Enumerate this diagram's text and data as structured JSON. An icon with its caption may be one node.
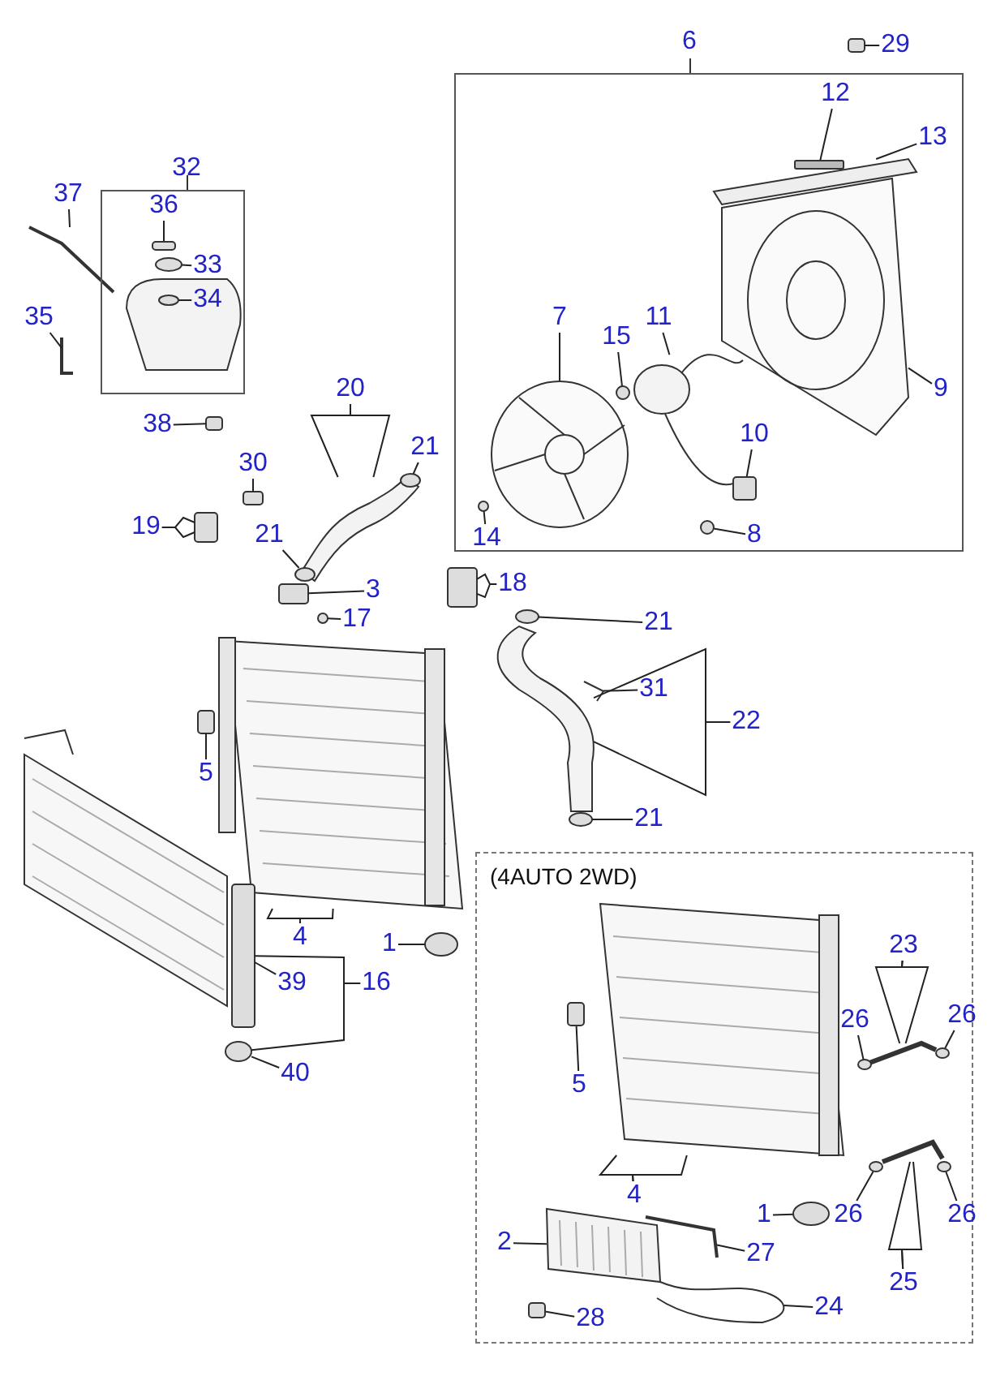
{
  "diagram": {
    "nodes": [
      {
        "text": [
          "6"
        ]
      },
      {
        "text": [
          "29"
        ]
      },
      {
        "text": [
          "12"
        ],
        "in": 0
      },
      {
        "text": [
          "13"
        ],
        "in": 0
      },
      {
        "text": [
          "7"
        ],
        "in": 0
      },
      {
        "text": [
          "11"
        ],
        "in": 0
      },
      {
        "text": [
          "15"
        ],
        "in": 0
      },
      {
        "text": [
          "9"
        ],
        "in": 0
      },
      {
        "text": [
          "10"
        ],
        "in": 0
      },
      {
        "text": [
          "14"
        ],
        "in": 0
      },
      {
        "text": [
          "8"
        ],
        "in": 0
      },
      {
        "text": [
          "32"
        ]
      },
      {
        "text": [
          "37"
        ]
      },
      {
        "text": [
          "36"
        ],
        "in": 11
      },
      {
        "text": [
          "33"
        ],
        "in": 11
      },
      {
        "text": [
          "34"
        ],
        "in": 11
      },
      {
        "text": [
          "35"
        ]
      },
      {
        "text": [
          "38"
        ]
      },
      {
        "text": [
          "20"
        ]
      },
      {
        "text": [
          "21"
        ]
      },
      {
        "text": [
          "30"
        ]
      },
      {
        "text": [
          "21"
        ]
      },
      {
        "text": [
          "19"
        ]
      },
      {
        "text": [
          "3"
        ]
      },
      {
        "text": [
          "17"
        ]
      },
      {
        "text": [
          "18"
        ]
      },
      {
        "text": [
          "21"
        ]
      },
      {
        "text": [
          "31"
        ]
      },
      {
        "text": [
          "22"
        ]
      },
      {
        "text": [
          "21"
        ]
      },
      {
        "text": [
          "5"
        ]
      },
      {
        "text": [
          "4"
        ]
      },
      {
        "text": [
          "1"
        ]
      },
      {
        "text": [
          "39"
        ]
      },
      {
        "text": [
          "16"
        ]
      },
      {
        "text": [
          "40"
        ]
      },
      {
        "text": [
          "(4AUTO 2WD)"
        ]
      },
      {
        "text": [
          "23"
        ],
        "in": 36
      },
      {
        "text": [
          "26"
        ],
        "in": 36
      },
      {
        "text": [
          "26"
        ],
        "in": 36
      },
      {
        "text": [
          "5"
        ],
        "in": 36
      },
      {
        "text": [
          "4"
        ],
        "in": 36
      },
      {
        "text": [
          "26"
        ],
        "in": 36
      },
      {
        "text": [
          "1"
        ],
        "in": 36
      },
      {
        "text": [
          "26"
        ],
        "in": 36
      },
      {
        "text": [
          "2"
        ],
        "in": 36
      },
      {
        "text": [
          "27"
        ],
        "in": 36
      },
      {
        "text": [
          "25"
        ],
        "in": 36
      },
      {
        "text": [
          "28"
        ],
        "in": 36
      },
      {
        "text": [
          "24"
        ],
        "in": 36
      },
      {
        "text": [],
        "shape": "box"
      },
      {
        "text": [],
        "shape": "bar",
        "in": 0
      },
      {
        "text": [],
        "shape": "picture",
        "in": 0
      },
      {
        "text": [],
        "shape": "picture",
        "in": 0
      },
      {
        "text": [],
        "shape": "picture",
        "in": 0
      },
      {
        "text": [],
        "shape": "picture",
        "in": 0
      },
      {
        "text": [],
        "shape": "circle",
        "in": 0
      },
      {
        "text": [],
        "shape": "box",
        "in": 0
      },
      {
        "text": [],
        "shape": "circle",
        "in": 0
      },
      {
        "text": [],
        "shape": "circle",
        "in": 0
      },
      {
        "text": [],
        "shape": "box",
        "in": 11
      },
      {
        "text": [],
        "shape": "circle",
        "in": 11
      },
      {
        "text": [],
        "shape": "circle",
        "in": 11
      },
      {
        "text": [],
        "shape": "picture"
      },
      {
        "text": [],
        "shape": "picture"
      },
      {
        "text": [],
        "shape": "box"
      },
      {
        "text": [],
        "shape": "picture"
      },
      {
        "text": [],
        "shape": "circle"
      },
      {
        "text": [],
        "shape": "box"
      },
      {
        "text": [],
        "shape": "circle"
      },
      {
        "text": [],
        "shape": "box"
      },
      {
        "text": [],
        "shape": "box"
      },
      {
        "text": [],
        "shape": "circle"
      },
      {
        "text": [],
        "shape": "box"
      },
      {
        "text": [],
        "shape": "circle"
      },
      {
        "text": [],
        "shape": "picture"
      },
      {
        "text": [],
        "shape": "picture"
      },
      {
        "text": [],
        "shape": "circle"
      },
      {
        "text": [],
        "shape": "box"
      },
      {
        "text": [],
        "shape": "picture"
      },
      {
        "text": [],
        "shape": "circle"
      },
      {
        "text": [],
        "shape": "box"
      },
      {
        "text": [],
        "shape": "circle"
      },
      {
        "text": [],
        "shape": "box",
        "in": 36
      },
      {
        "text": [],
        "shape": "picture",
        "in": 36
      },
      {
        "text": [],
        "shape": "picture",
        "in": 36
      },
      {
        "text": [],
        "shape": "circle",
        "in": 36
      },
      {
        "text": [],
        "shape": "circle",
        "in": 36
      },
      {
        "text": [],
        "shape": "circle",
        "in": 36
      },
      {
        "text": [],
        "shape": "picture",
        "in": 36
      },
      {
        "text": [],
        "shape": "circle",
        "in": 36
      },
      {
        "text": [],
        "shape": "circle",
        "in": 36
      },
      {
        "text": [],
        "shape": "picture",
        "in": 36
      },
      {
        "text": [],
        "shape": "picture",
        "in": 36
      },
      {
        "text": [],
        "shape": "box",
        "in": 36
      },
      {
        "text": [],
        "shape": "picture",
        "in": 36
      }
    ],
    "edges": [
      {
        "from": 1,
        "to": 50,
        "arrow": "none"
      },
      {
        "from": 2,
        "to": 51,
        "arrow": "none"
      },
      {
        "from": 3,
        "to": 52,
        "arrow": "none"
      },
      {
        "from": 4,
        "to": 54,
        "arrow": "none"
      },
      {
        "from": 5,
        "to": 55,
        "arrow": "none"
      },
      {
        "from": 6,
        "to": 56,
        "arrow": "none"
      },
      {
        "from": 7,
        "to": 53,
        "arrow": "none"
      },
      {
        "from": 8,
        "to": 57,
        "arrow": "none"
      },
      {
        "from": 9,
        "to": 58,
        "arrow": "none"
      },
      {
        "from": 10,
        "to": 59,
        "arrow": "none"
      },
      {
        "from": 12,
        "to": 63,
        "arrow": "none"
      },
      {
        "from": 13,
        "to": 60,
        "arrow": "none"
      },
      {
        "from": 14,
        "to": 61,
        "arrow": "none"
      },
      {
        "from": 15,
        "to": 62,
        "arrow": "none"
      },
      {
        "from": 16,
        "to": 64,
        "arrow": "none"
      },
      {
        "from": 17,
        "to": 65,
        "arrow": "none"
      },
      {
        "from": 18,
        "to": 66,
        "arrow": "none"
      },
      {
        "from": 18,
        "to": 66,
        "arrow": "none"
      },
      {
        "from": 19,
        "to": 67,
        "arrow": "none"
      },
      {
        "from": 20,
        "to": 68,
        "arrow": "none"
      },
      {
        "from": 21,
        "to": 69,
        "arrow": "none"
      },
      {
        "from": 22,
        "to": 70,
        "arrow": "none"
      },
      {
        "from": 22,
        "to": 70,
        "arrow": "none"
      },
      {
        "from": 23,
        "to": 71,
        "arrow": "none"
      },
      {
        "from": 24,
        "to": 72,
        "arrow": "none"
      },
      {
        "from": 25,
        "to": 73,
        "arrow": "none"
      },
      {
        "from": 25,
        "to": 73,
        "arrow": "none"
      },
      {
        "from": 26,
        "to": 74,
        "arrow": "none"
      },
      {
        "from": 27,
        "to": 75,
        "arrow": "none"
      },
      {
        "from": 28,
        "to": 76,
        "arrow": "none"
      },
      {
        "from": 28,
        "to": 76,
        "arrow": "none"
      },
      {
        "from": 29,
        "to": 77,
        "arrow": "none"
      },
      {
        "from": 30,
        "to": 78,
        "arrow": "none"
      },
      {
        "from": 31,
        "to": 79,
        "arrow": "none"
      },
      {
        "from": 31,
        "to": 79,
        "arrow": "none"
      },
      {
        "from": 32,
        "to": 80,
        "arrow": "none"
      },
      {
        "from": 33,
        "to": 81,
        "arrow": "none"
      },
      {
        "from": 34,
        "to": 81,
        "arrow": "none"
      },
      {
        "from": 34,
        "to": 82,
        "arrow": "none"
      },
      {
        "from": 35,
        "to": 82,
        "arrow": "none"
      },
      {
        "from": 37,
        "to": 85,
        "arrow": "none"
      },
      {
        "from": 37,
        "to": 85,
        "arrow": "none"
      },
      {
        "from": 38,
        "to": 86,
        "arrow": "none"
      },
      {
        "from": 39,
        "to": 87,
        "arrow": "none"
      },
      {
        "from": 40,
        "to": 83,
        "arrow": "none"
      },
      {
        "from": 41,
        "to": 84,
        "arrow": "none"
      },
      {
        "from": 41,
        "to": 84,
        "arrow": "none"
      },
      {
        "from": 42,
        "to": 90,
        "arrow": "none"
      },
      {
        "from": 44,
        "to": 91,
        "arrow": "none"
      },
      {
        "from": 43,
        "to": 88,
        "arrow": "none"
      },
      {
        "from": 45,
        "to": 92,
        "arrow": "none"
      },
      {
        "from": 46,
        "to": 93,
        "arrow": "none"
      },
      {
        "from": 47,
        "to": 89,
        "arrow": "none"
      },
      {
        "from": 47,
        "to": 89,
        "arrow": "none"
      },
      {
        "from": 48,
        "to": 94,
        "arrow": "none"
      },
      {
        "from": 49,
        "to": 95,
        "arrow": "none"
      }
    ]
  }
}
